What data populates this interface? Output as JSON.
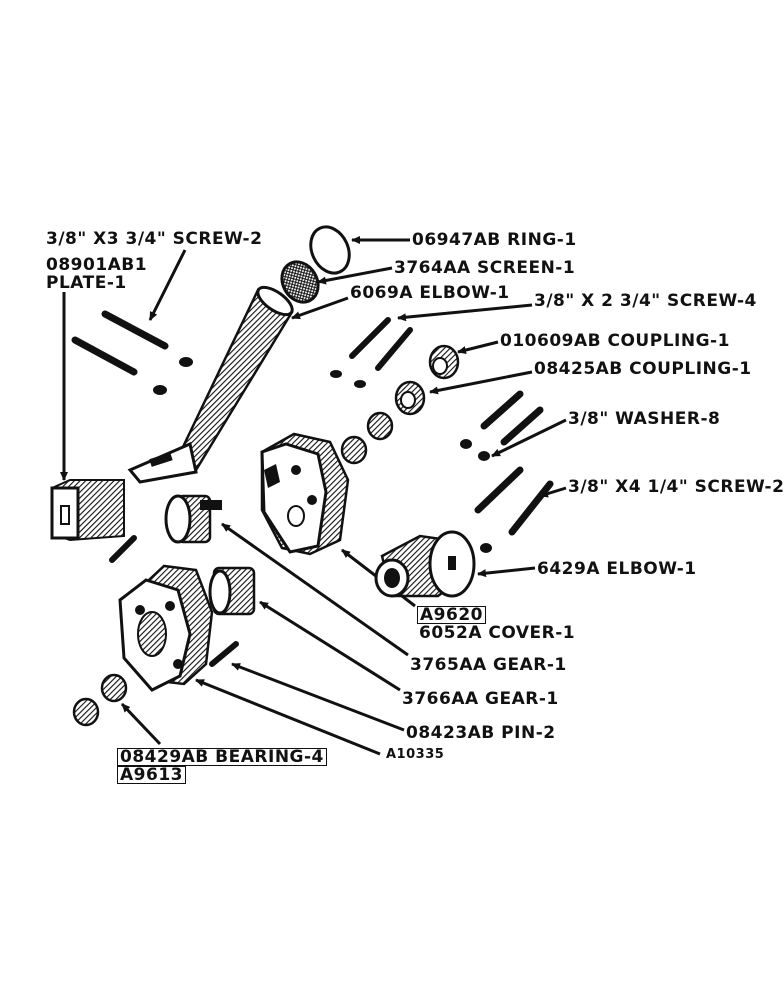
{
  "colors": {
    "ink": "#111111",
    "paper": "#ffffff"
  },
  "labels": {
    "screw_left": "3/8\" X3 3/4\" SCREW-2",
    "plate_no": "08901AB1",
    "plate_name": "PLATE-1",
    "ring": "06947AB RING-1",
    "screen": "3764AA SCREEN-1",
    "elbow_top": "6069A ELBOW-1",
    "screw_top": "3/8\" X 2 3/4\" SCREW-4",
    "coupling_1": "010609AB COUPLING-1",
    "coupling_2": "08425AB COUPLING-1",
    "washer": "3/8\" WASHER-8",
    "screw_right": "3/8\" X4 1/4\" SCREW-2",
    "elbow_right": "6429A ELBOW-1",
    "cover_ref": "A9620",
    "cover": "6052A COVER-1",
    "gear_1": "3765AA GEAR-1",
    "gear_2": "3766AA GEAR-1",
    "pin": "08423AB PIN-2",
    "body_ref": "A10335",
    "bearing": "08429AB BEARING-4",
    "bearing_ref": "A9613"
  }
}
